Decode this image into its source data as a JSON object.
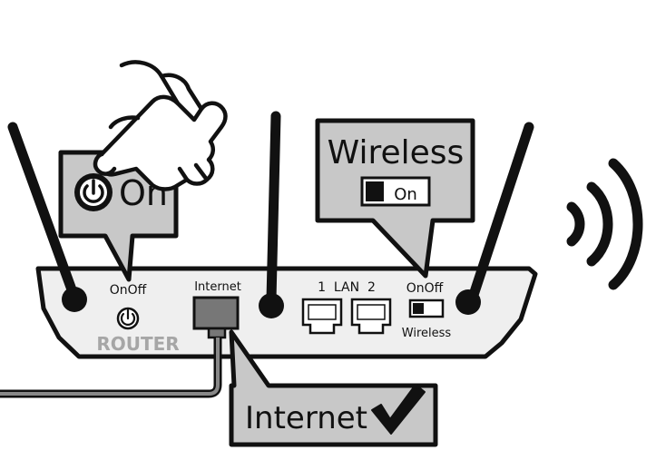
{
  "router": {
    "brand": "ROUTER",
    "power_label": "OnOff",
    "internet_port_label": "Internet",
    "lan_label": "1  LAN  2",
    "wireless_switch_label": "OnOff",
    "wireless_caption": "Wireless"
  },
  "callouts": {
    "power": {
      "text": "On"
    },
    "wireless": {
      "title": "Wireless",
      "switch_text": "On"
    },
    "internet": {
      "text": "Internet"
    }
  },
  "colors": {
    "ink": "#111111",
    "callout_fill": "#c8c8c8",
    "router_fill": "#efefef",
    "port_fill": "#777777",
    "brand_text": "#a6a6a6"
  }
}
